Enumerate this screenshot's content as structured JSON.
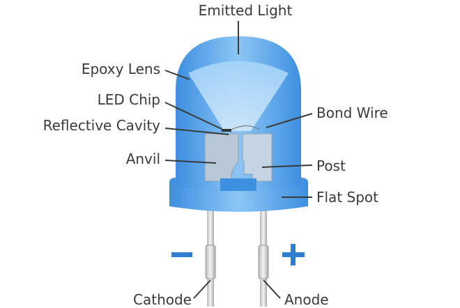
{
  "title_label": "Emitted Light",
  "left_labels": [
    "Epoxy Lens",
    "LED Chip",
    "Reflective Cavity",
    "Anvil"
  ],
  "right_labels": [
    "Bond Wire",
    "Post",
    "Flat Spot"
  ],
  "bottom_labels": {
    "cathode": "Cathode",
    "anode": "Anode"
  },
  "polarity": {
    "negative": "–",
    "positive": "+"
  },
  "colors": {
    "led_blue": "#5aa7ea",
    "accent": "#2f7fd0",
    "text": "#3a3a3a"
  }
}
